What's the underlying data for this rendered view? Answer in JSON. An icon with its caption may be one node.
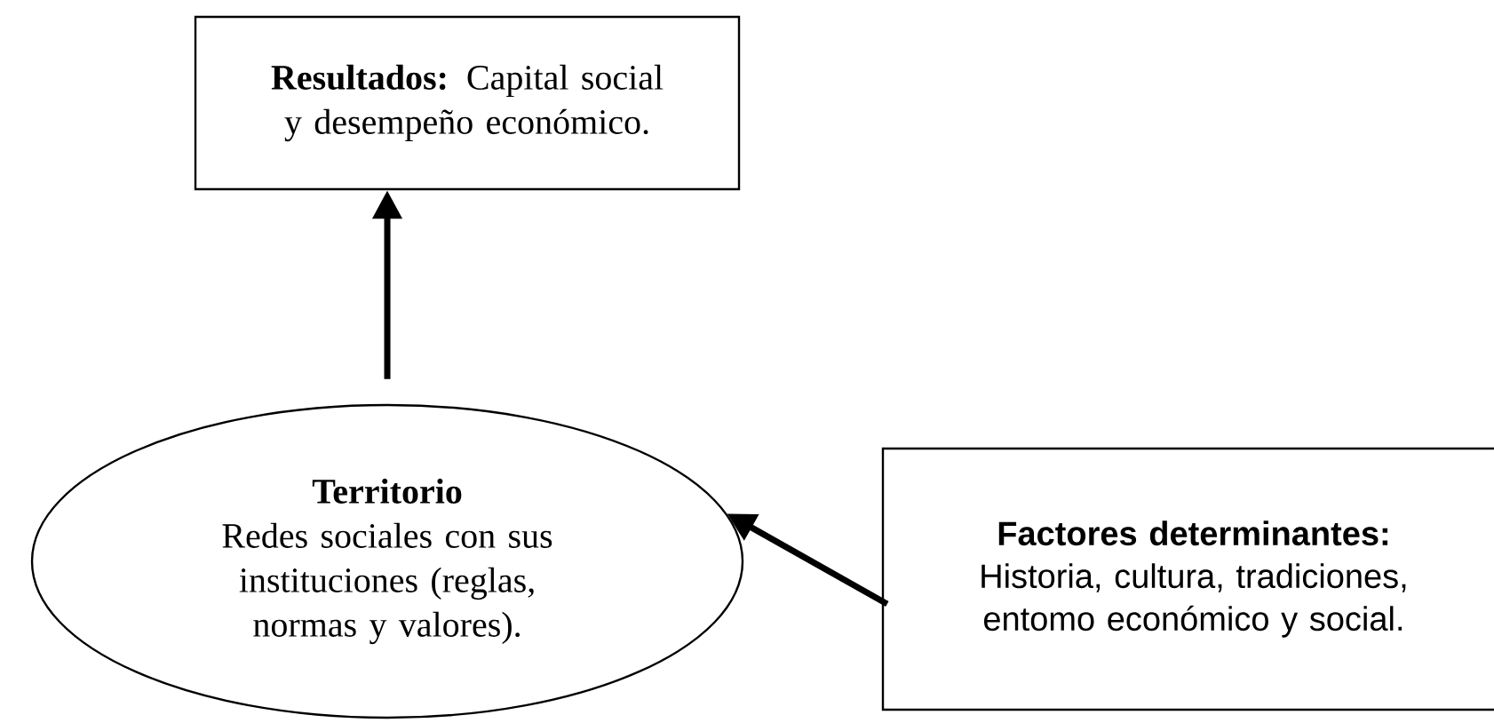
{
  "diagram": {
    "nodes": [
      {
        "text": [
          "**Resultados:** Capital social y desempeño económico."
        ]
      },
      {
        "text": [
          "Territorio",
          "Redes sociales con sus instituciones (reglas, normas y valores)."
        ]
      },
      {
        "text": [
          "Factores determinantes:",
          "Historia, cultura, tradiciones, entomo económico y social."
        ]
      }
    ],
    "edges": [
      {
        "from": 1,
        "to": 0,
        "arrow": "to"
      },
      {
        "from": 2,
        "to": 1,
        "arrow": "to"
      }
    ]
  }
}
